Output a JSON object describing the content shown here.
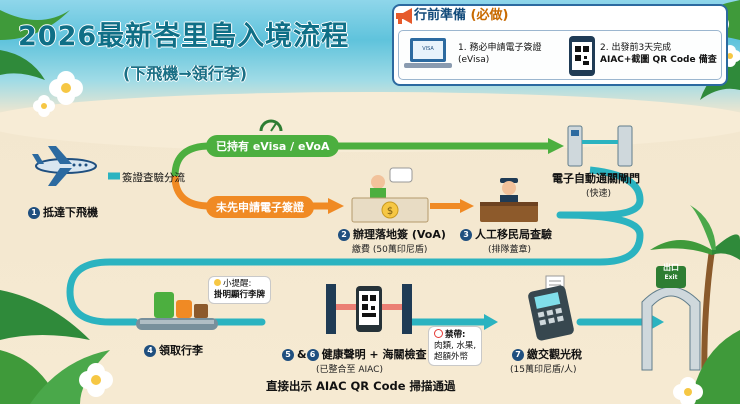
{
  "title": "2026最新峇里島入境流程",
  "subtitle": "(下飛機→領行李)",
  "prep": {
    "heading": "行前準備",
    "required": "(必做)",
    "step1_line1": "1. 務必申請電子簽證",
    "step1_line2": "(eVisa)",
    "step2_line1": "2. 出發前3天完成",
    "step2_line2": "AIAC+截圖 QR Code 備查",
    "laptop_screen_text": "VISA"
  },
  "flow": {
    "step1": {
      "num": "1",
      "label": "抵達下飛機"
    },
    "branch_label": "簽證查驗分流",
    "pill_have": "已持有 eVisa / eVoA",
    "pill_not": "未先申請電子簽證",
    "step2": {
      "num": "2",
      "label": "辦理落地簽 (VoA)",
      "sub": "繳費 (50萬印尼盾)"
    },
    "step3": {
      "num": "3",
      "label": "人工移民局查驗",
      "sub": "(排隊蓋章)"
    },
    "egate": {
      "label": "電子自動通關閘門",
      "sub": "(快速)"
    },
    "step4": {
      "num": "4",
      "label": "領取行李"
    },
    "tip": {
      "line1": "小提醒:",
      "line2": "掛明顯行李牌"
    },
    "step56": {
      "num_a": "5",
      "amp": "&",
      "num_b": "6",
      "label": "健康聲明 + 海關檢查",
      "sub": "(已整合至 AIAC)"
    },
    "scan_note": "直接出示 AIAC QR Code 掃描通過",
    "ban": {
      "line1": "禁帶:",
      "line2": "肉類, 水果,",
      "line3": "超額外幣"
    },
    "step7": {
      "num": "7",
      "label": "繳交觀光稅",
      "sub": "(15萬印尼盾/人)"
    },
    "exit": {
      "line1": "出口",
      "line2": "Exit"
    }
  },
  "colors": {
    "teal": "#2bb3c0",
    "green": "#4caf3f",
    "orange": "#f08a24",
    "navy": "#1f4f7f",
    "title": "#0f6f86"
  }
}
